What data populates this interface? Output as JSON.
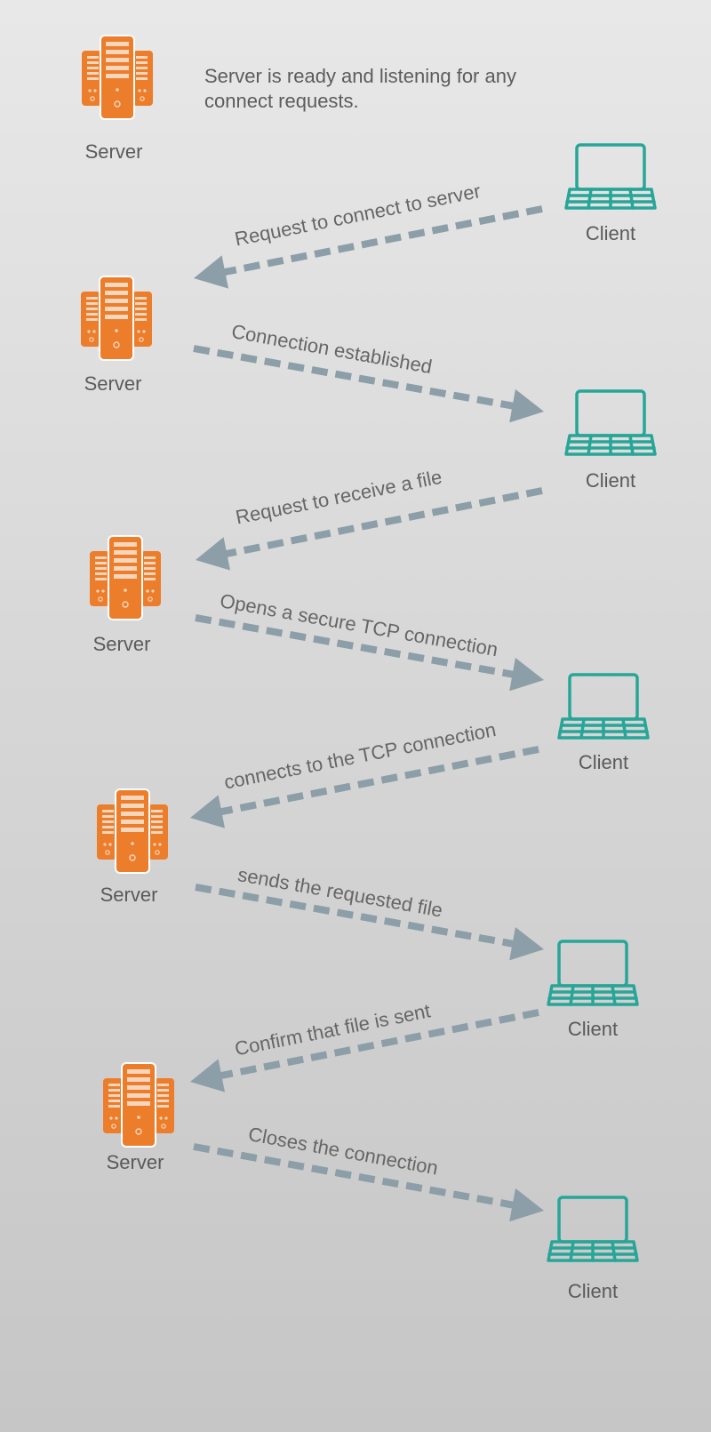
{
  "intro_text": "Server is ready and listening for any connect requests.",
  "server_label": "Server",
  "client_label": "Client",
  "colors": {
    "server": "#ec7d2b",
    "client": "#27a698",
    "arrow": "#8c9ea7",
    "text": "#5a5a5a"
  },
  "messages": [
    {
      "text": "Request to connect to server",
      "direction": "client-to-server"
    },
    {
      "text": "Connection established",
      "direction": "server-to-client"
    },
    {
      "text": "Request to receive a file",
      "direction": "client-to-server"
    },
    {
      "text": "Opens a secure TCP connection",
      "direction": "server-to-client"
    },
    {
      "text": "connects to the TCP connection",
      "direction": "client-to-server"
    },
    {
      "text": "sends the requested file",
      "direction": "server-to-client"
    },
    {
      "text": "Confirm that file is sent",
      "direction": "client-to-server"
    },
    {
      "text": "Closes the connection",
      "direction": "server-to-client"
    }
  ]
}
